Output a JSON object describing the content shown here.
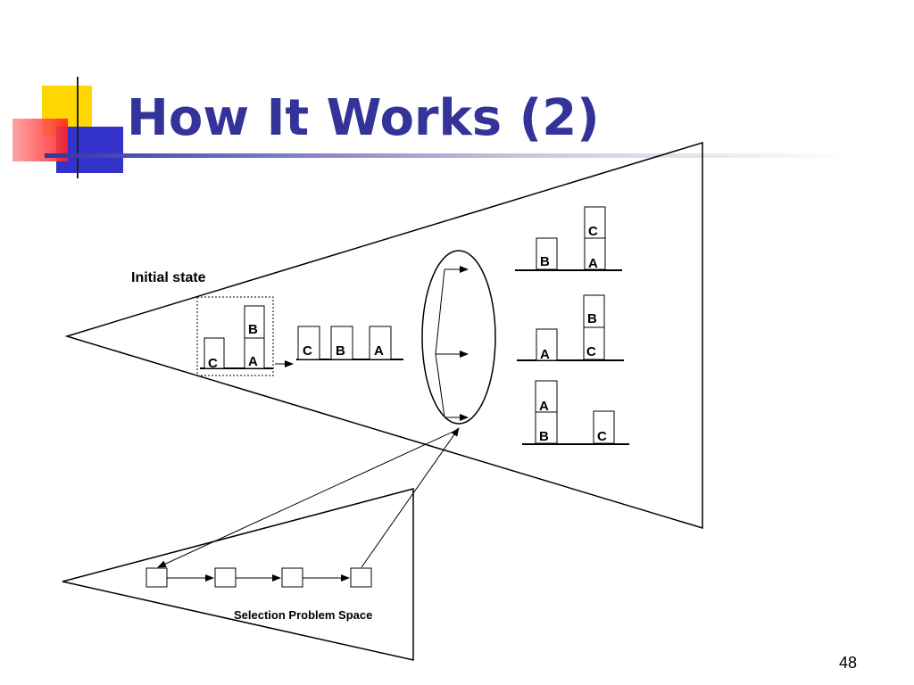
{
  "slide": {
    "title": "How It Works (2)",
    "page_number": "48"
  },
  "diagram": {
    "initial_label": "Initial state",
    "selection_label": "Selection Problem Space",
    "initial_blocks": [
      "C",
      "A",
      "B"
    ],
    "middle_blocks": [
      "C",
      "B",
      "A"
    ],
    "result1_blocks": [
      "B",
      "A",
      "C"
    ],
    "result2_blocks": [
      "A",
      "C",
      "B"
    ],
    "result3_blocks": [
      "B",
      "A",
      "C"
    ]
  },
  "colors": {
    "title": "#333399",
    "decor_yellow": "#FFD700",
    "decor_red": "#FF4444",
    "decor_blue": "#3333CC"
  }
}
